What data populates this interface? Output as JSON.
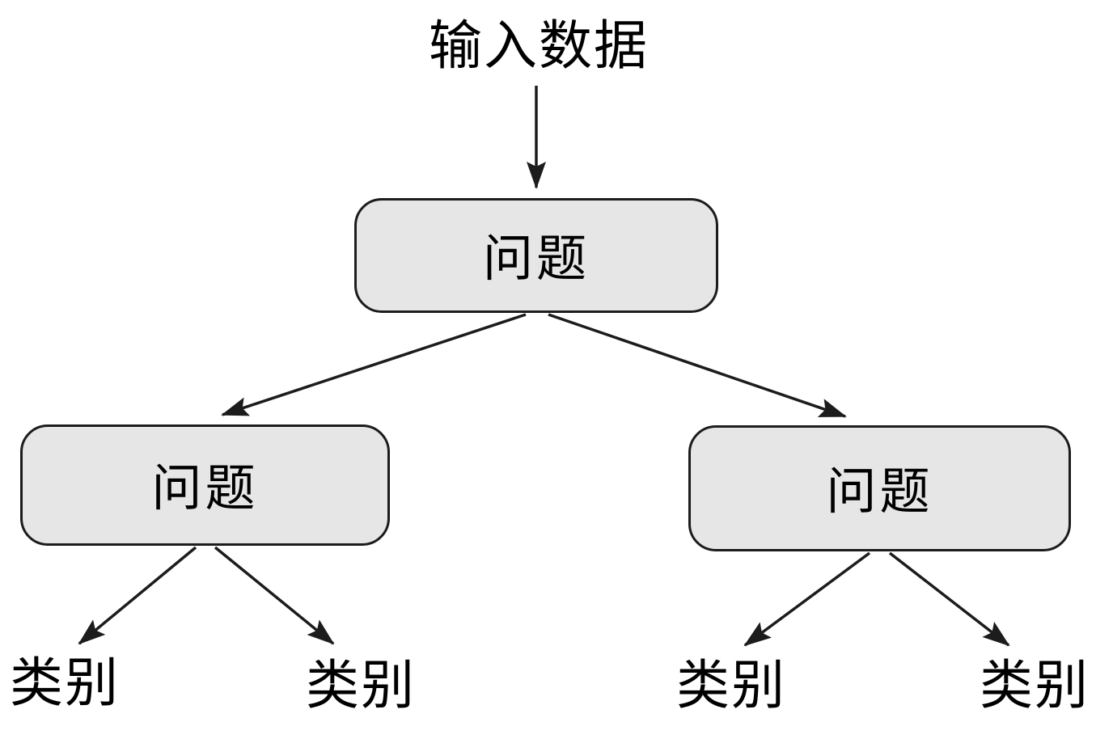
{
  "diagram": {
    "type": "decision-tree",
    "background_color": "#ffffff",
    "node_fill_color": "#e6e6e6",
    "node_border_color": "#1c1c1c",
    "arrow_color": "#1c1c1c",
    "text_color": "#000000"
  },
  "nodes": {
    "input_data": {
      "label": "输入数据"
    },
    "question_root": {
      "label": "问题"
    },
    "question_left": {
      "label": "问题"
    },
    "question_right": {
      "label": "问题"
    },
    "category_left_1": {
      "label": "类别"
    },
    "category_left_2": {
      "label": "类别"
    },
    "category_right_1": {
      "label": "类别"
    },
    "category_right_2": {
      "label": "类别"
    }
  },
  "edges": [
    {
      "from": "input_data",
      "to": "question_root"
    },
    {
      "from": "question_root",
      "to": "question_left"
    },
    {
      "from": "question_root",
      "to": "question_right"
    },
    {
      "from": "question_left",
      "to": "category_left_1"
    },
    {
      "from": "question_left",
      "to": "category_left_2"
    },
    {
      "from": "question_right",
      "to": "category_right_1"
    },
    {
      "from": "question_right",
      "to": "category_right_2"
    }
  ]
}
